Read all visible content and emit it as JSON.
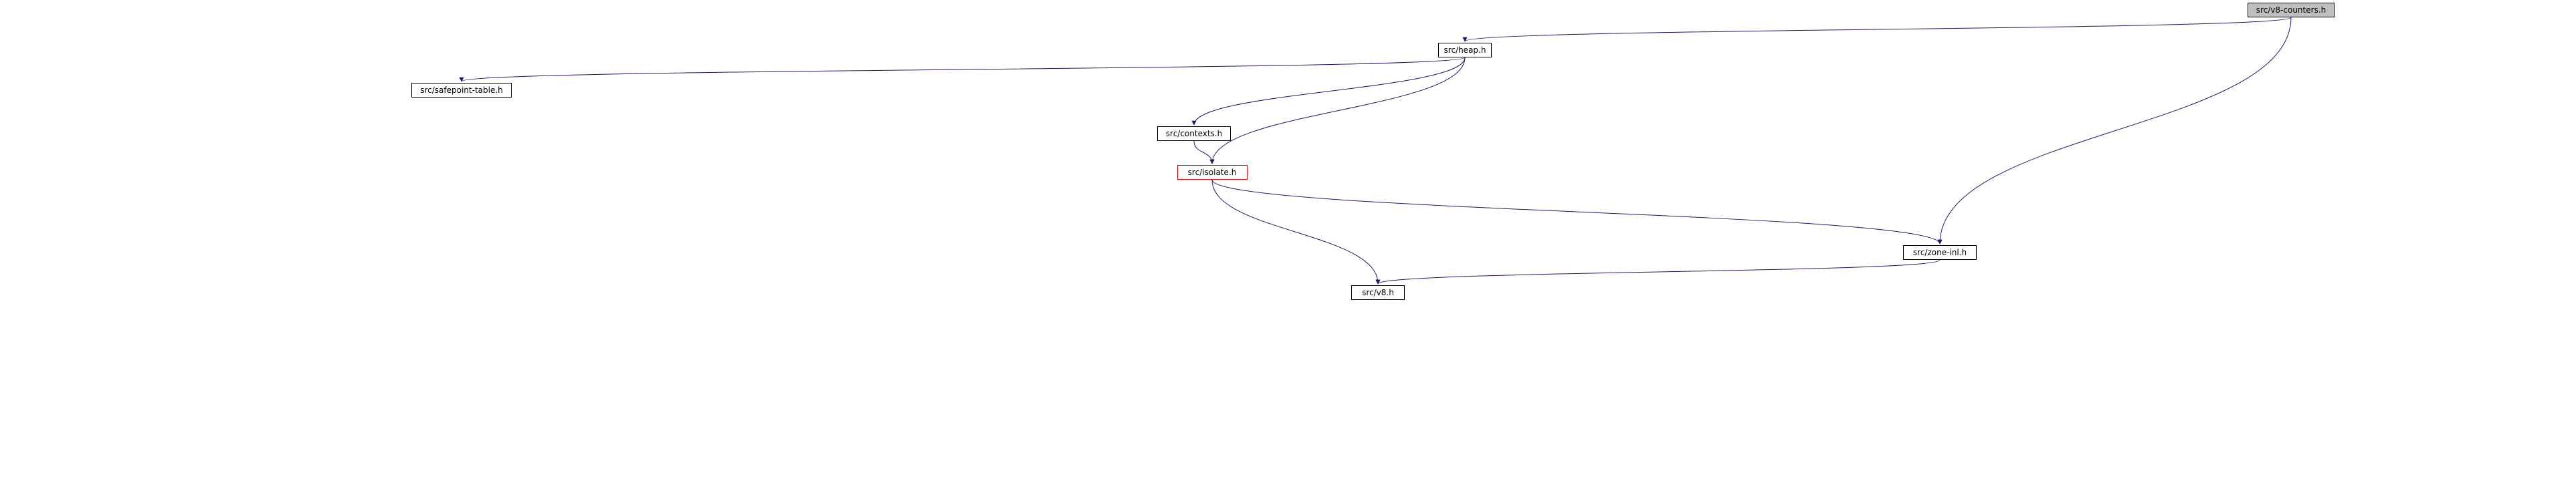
{
  "graph": {
    "nodes": [
      {
        "id": "v8-counters-h",
        "label": "src/v8-counters.h",
        "style": "focus"
      },
      {
        "id": "heap-h",
        "label": "src/heap.h",
        "style": "normal"
      },
      {
        "id": "safepoint-table-h",
        "label": "src/safepoint-table.h",
        "style": "normal"
      },
      {
        "id": "contexts-h",
        "label": "src/contexts.h",
        "style": "normal"
      },
      {
        "id": "isolate-h",
        "label": "src/isolate.h",
        "style": "partial"
      },
      {
        "id": "zone-inl-h",
        "label": "src/zone-inl.h",
        "style": "normal"
      },
      {
        "id": "v8-h",
        "label": "src/v8.h",
        "style": "normal"
      }
    ],
    "edges": [
      {
        "from": "v8-counters-h",
        "to": "heap-h"
      },
      {
        "from": "v8-counters-h",
        "to": "zone-inl-h"
      },
      {
        "from": "heap-h",
        "to": "safepoint-table-h"
      },
      {
        "from": "heap-h",
        "to": "contexts-h"
      },
      {
        "from": "heap-h",
        "to": "isolate-h"
      },
      {
        "from": "contexts-h",
        "to": "isolate-h"
      },
      {
        "from": "isolate-h",
        "to": "zone-inl-h"
      },
      {
        "from": "zone-inl-h",
        "to": "v8-h"
      },
      {
        "from": "isolate-h",
        "to": "v8-h"
      }
    ]
  },
  "colors": {
    "edge": "#191970",
    "node_border": "#000000",
    "node_border_partial": "#ff0000",
    "focus_fill": "#bfbfbf"
  }
}
